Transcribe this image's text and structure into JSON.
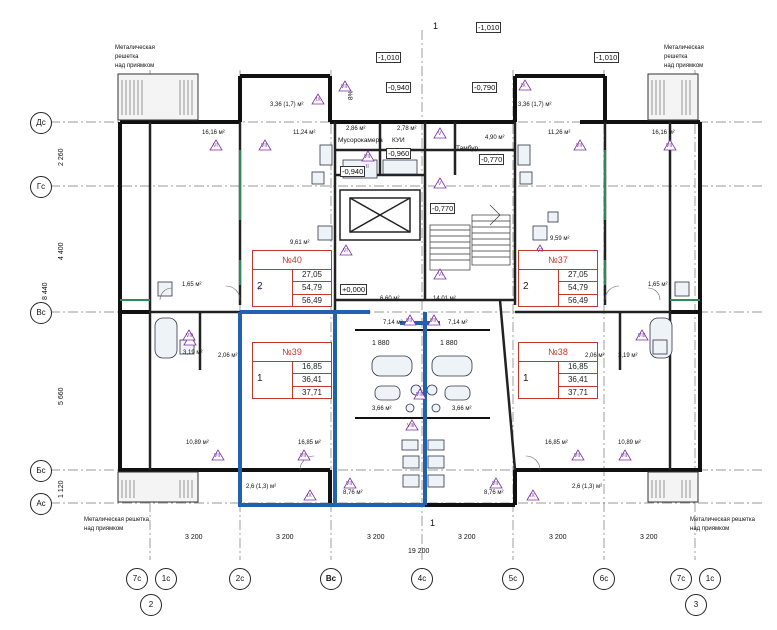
{
  "axes": {
    "rows": [
      "Дс",
      "Гс",
      "Вс",
      "Бс",
      "Ас"
    ],
    "cols": [
      "7с",
      "1с",
      "2с",
      "Вс",
      "4с",
      "5с",
      "6с",
      "7с",
      "1с"
    ],
    "sections": [
      "2",
      "3"
    ]
  },
  "dimensions": {
    "bottom": [
      "3 200",
      "3 200",
      "3 200",
      "3 200",
      "3 200",
      "3 200"
    ],
    "total": "19 200",
    "left_segments": [
      "2 260",
      "4 400",
      "5 660",
      "1 120"
    ],
    "left_total": "8 440",
    "stair_left": "1 880",
    "stair_right": "1 880"
  },
  "apartments": [
    {
      "no": "№40",
      "rooms": "2",
      "values": [
        "27,05",
        "54,79",
        "56,49"
      ]
    },
    {
      "no": "№37",
      "rooms": "2",
      "values": [
        "27,05",
        "54,79",
        "56,49"
      ]
    },
    {
      "no": "№39",
      "rooms": "1",
      "values": [
        "16,85",
        "36,41",
        "37,71"
      ]
    },
    {
      "no": "№38",
      "rooms": "1",
      "values": [
        "16,85",
        "36,41",
        "37,71"
      ]
    }
  ],
  "levels": {
    "top_left": "-1,010",
    "top_right1": "-1,010",
    "top_right2": "-1,010",
    "l1": "-0,940",
    "l2": "-0,790",
    "l3": "-0,960",
    "l4": "-0,770",
    "l5": "-0,940",
    "l6": "-0,770",
    "zero": "+0,000"
  },
  "rooms": {
    "musor": "Мусорокамера",
    "kui": "КУИ",
    "tambur": "Тамбур",
    "slope": "8%",
    "cut": "1"
  },
  "areas": {
    "a1": "3,36 (1,7) м²",
    "a2": "3,36 (1,7) м²",
    "a3": "16,16 м²",
    "a4": "11,24 м²",
    "a5": "2,86 м²",
    "a6": "2,78 м²",
    "a7": "4,90 м²",
    "a8": "11,26 м²",
    "a9": "16,16 м²",
    "a10": "9,61 м²",
    "a11": "9,59 м²",
    "a12": "1,65 м²",
    "a13": "1,65 м²",
    "a14": "6,60 м²",
    "a15": "14,01 м²",
    "a16": "7,14 м²",
    "a17": "7,14 м²",
    "a18": "3,19 м²",
    "a19": "2,06 м²",
    "a20": "2,06 м²",
    "a21": "3,19 м²",
    "a22": "3,66 м²",
    "a23": "3,66 м²",
    "a24": "10,89 м²",
    "a25": "16,85 м²",
    "a26": "16,85 м²",
    "a27": "10,89 м²",
    "a28": "2,6 (1,3) м²",
    "a29": "8,76 м²",
    "a30": "8,76 м²",
    "a31": "2,6 (1,3) м²"
  },
  "notes": {
    "grate_tl1": "Металическая",
    "grate_tl2": "решетка",
    "grate_tl3": "над приямком",
    "grate_tr1": "Металическая",
    "grate_tr2": "решетка",
    "grate_tr3": "над приямком",
    "grate_bl1": "Металическая решетка",
    "grate_bl2": "над приямком",
    "grate_br1": "Металическая решетка",
    "grate_br2": "над приямком"
  },
  "markers": [
    "IX",
    "VII",
    "VI",
    "VII",
    "VII",
    "IX",
    "VII",
    "V",
    "II",
    "V",
    "VI",
    "VIII",
    "VI",
    "VII",
    "VIII",
    "VIII",
    "VII",
    "VII",
    "VII",
    "VII",
    "VII",
    "IX",
    "VIII",
    "VII",
    "VII",
    "VII",
    "IX",
    "VII",
    "II"
  ],
  "colors": {
    "highlight": "#2161b0",
    "apartment": "#c0392b",
    "wall": "#111111",
    "marker": "#7b2ea3",
    "glazing": "#2e8b57"
  }
}
